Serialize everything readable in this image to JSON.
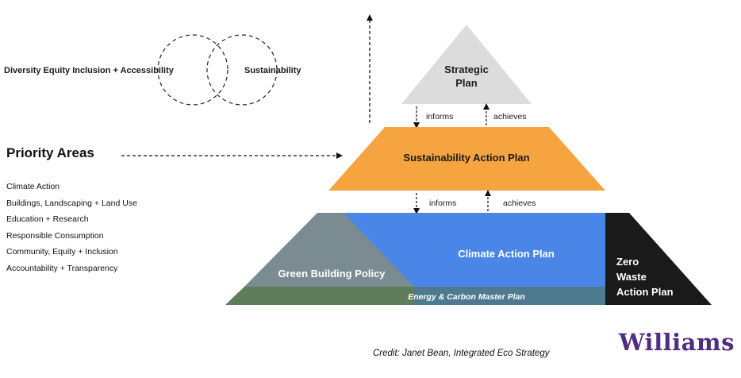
{
  "venn": {
    "left_label": "Diversity Equity Inclusion + Accessibility",
    "right_label": "Sustainability"
  },
  "priority": {
    "title": "Priority Areas",
    "items": [
      "Climate Action",
      "Buildings, Landscaping + Land Use",
      "Education + Research",
      "Responsible Consumption",
      "Community, Equity + Inclusion",
      "Accountability + Transparency"
    ]
  },
  "pyramid": {
    "strategic_plan": [
      "Strategic",
      "Plan"
    ],
    "sustainability_action_plan": "Sustainability Action Plan",
    "climate_action_plan": "Climate Action Plan",
    "green_building_policy": "Green Building Policy",
    "zero_waste": [
      "Zero",
      "Waste",
      "Action Plan"
    ],
    "energy_carbon": "Energy & Carbon Master Plan",
    "informs_top": "informs",
    "achieves_top": "achieves",
    "informs_bottom": "informs",
    "achieves_bottom": "achieves"
  },
  "colors": {
    "strategic": "#dcdcdc",
    "sustainability": "#f6a440",
    "climate": "#4a86e8",
    "green_building": "#7a8c92",
    "energy_left": "#5f7d5b",
    "energy_right": "#4e7a8f",
    "zero_waste": "#1a1a1a",
    "logo": "#4f2d82"
  },
  "credit": "Credit: Janet Bean, Integrated Eco Strategy",
  "logo": "Williams"
}
